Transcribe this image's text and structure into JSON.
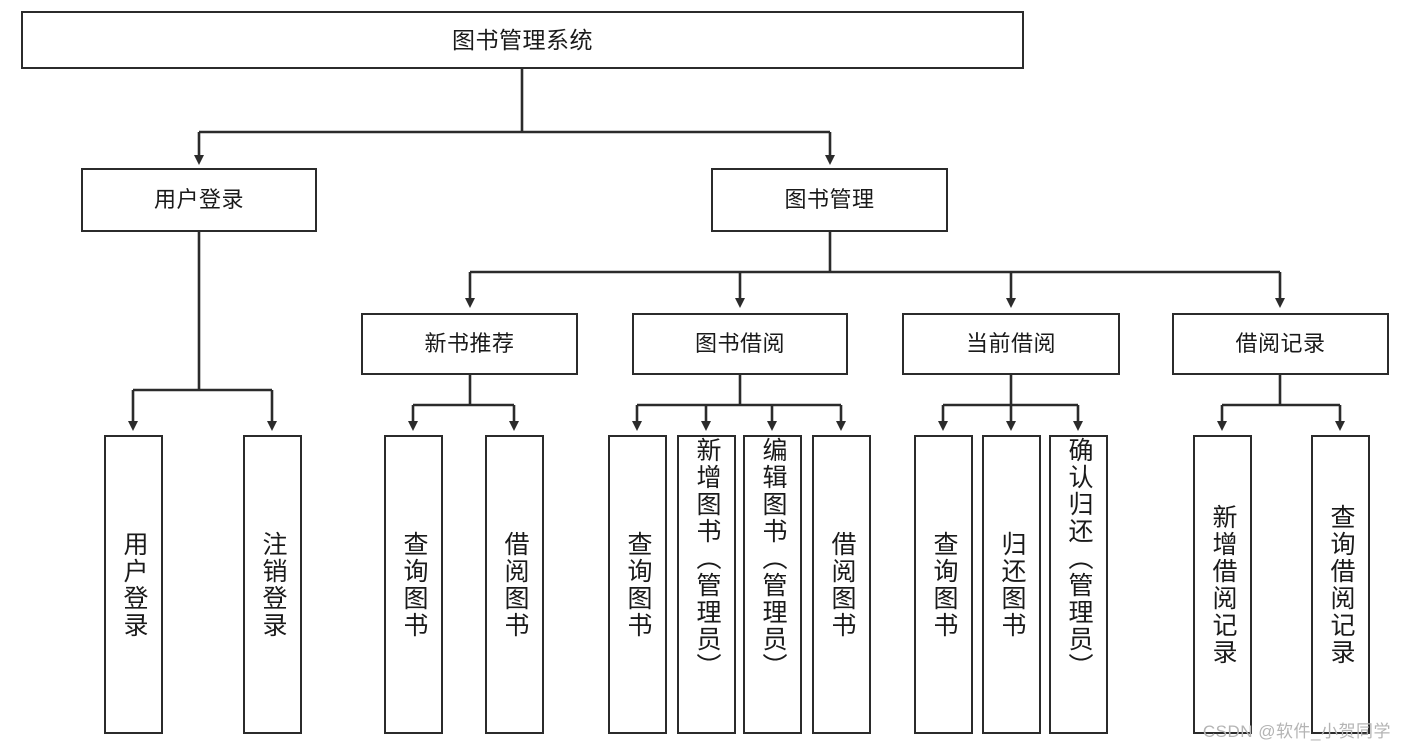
{
  "diagram": {
    "title": "图书管理系统",
    "type": "tree",
    "root": {
      "id": "root",
      "label": "图书管理系统"
    },
    "level2": [
      {
        "id": "user-login",
        "label": "用户登录"
      },
      {
        "id": "book-manage",
        "label": "图书管理"
      }
    ],
    "level3": [
      {
        "id": "new-book-recommend",
        "label": "新书推荐"
      },
      {
        "id": "book-borrow",
        "label": "图书借阅"
      },
      {
        "id": "current-borrow",
        "label": "当前借阅"
      },
      {
        "id": "borrow-record",
        "label": "借阅记录"
      }
    ],
    "leaves": [
      {
        "id": "leaf-user-login",
        "label": "用户登录",
        "parent": "user-login"
      },
      {
        "id": "leaf-logout-login",
        "label": "注销登录",
        "parent": "user-login"
      },
      {
        "id": "leaf-query-book-1",
        "label": "查询图书",
        "parent": "new-book-recommend"
      },
      {
        "id": "leaf-borrow-book-1",
        "label": "借阅图书",
        "parent": "new-book-recommend"
      },
      {
        "id": "leaf-query-book-2",
        "label": "查询图书",
        "parent": "book-borrow"
      },
      {
        "id": "leaf-add-book",
        "label": "新增图书（管理员）",
        "parent": "book-borrow"
      },
      {
        "id": "leaf-edit-book",
        "label": "编辑图书（管理员）",
        "parent": "book-borrow"
      },
      {
        "id": "leaf-borrow-book-2",
        "label": "借阅图书",
        "parent": "book-borrow"
      },
      {
        "id": "leaf-query-book-3",
        "label": "查询图书",
        "parent": "current-borrow"
      },
      {
        "id": "leaf-return-book",
        "label": "归还图书",
        "parent": "current-borrow"
      },
      {
        "id": "leaf-confirm-return",
        "label": "确认归还（管理员）",
        "parent": "current-borrow"
      },
      {
        "id": "leaf-add-record",
        "label": "新增借阅记录",
        "parent": "borrow-record"
      },
      {
        "id": "leaf-query-record",
        "label": "查询借阅记录",
        "parent": "borrow-record"
      }
    ],
    "colors": {
      "stroke": "#2b2b2b",
      "fill": "#ffffff",
      "text": "#1a1a1a",
      "watermark": "#b4b4b4"
    }
  },
  "watermark": {
    "text": "CSDN @软件_小贺同学"
  }
}
